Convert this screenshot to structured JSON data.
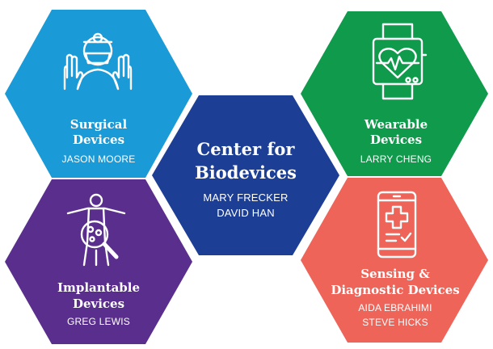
{
  "colors": {
    "surgical": "#1a9ad7",
    "wearable": "#109a4c",
    "center": "#1c3f95",
    "implantable": "#5a2e8c",
    "sensing": "#ef6459",
    "background": "#ffffff",
    "text": "#ffffff"
  },
  "hexagons": {
    "surgical": {
      "icon": "surgeon-icon",
      "title_1": "Surgical",
      "title_2": "Devices",
      "name_1": "JASON MOORE"
    },
    "wearable": {
      "icon": "smartwatch-icon",
      "title_1": "Wearable",
      "title_2": "Devices",
      "name_1": "LARRY CHENG"
    },
    "center": {
      "title_1": "Center for",
      "title_2": "Biodevices",
      "name_1": "MARY FRECKER",
      "name_2": "DAVID HAN"
    },
    "implantable": {
      "icon": "body-magnifier-icon",
      "title_1": "Implantable",
      "title_2": "Devices",
      "name_1": "GREG LEWIS"
    },
    "sensing": {
      "icon": "smartphone-health-icon",
      "title_1": "Sensing &",
      "title_2": "Diagnostic Devices",
      "name_1": "AIDA EBRAHIMI",
      "name_2": "STEVE HICKS"
    }
  }
}
